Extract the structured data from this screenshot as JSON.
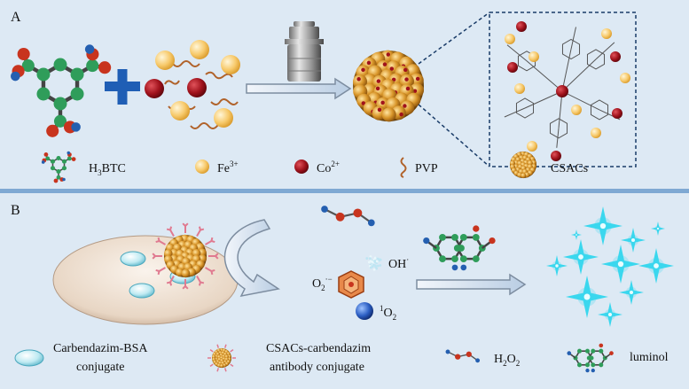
{
  "panel_a": {
    "label": "A",
    "legend": {
      "h3btc_main": "H",
      "h3btc_sub": "3",
      "h3btc_tail": "BTC",
      "fe_main": "Fe",
      "fe_sup": "3+",
      "co_main": "Co",
      "co_sup": "2+",
      "pvp": "PVP",
      "csacs": "CSACs"
    }
  },
  "panel_b": {
    "label": "B",
    "species": {
      "oh_main": "OH",
      "oh_sup": "·",
      "o2_main": "O",
      "o2_sub": "2",
      "o2_sup": "·−",
      "singlet_sup": "1",
      "singlet_main": "O",
      "singlet_sub": "2"
    },
    "legend": {
      "bsa_line1": "Carbendazim-BSA",
      "bsa_line2": "conjugate",
      "ab_line1": "CSACs-carbendazim",
      "ab_line2": "antibody conjugate",
      "h2o2_main": "H",
      "h2o2_sub1": "2",
      "h2o2_mid": "O",
      "h2o2_sub2": "2",
      "luminol": "luminol"
    }
  },
  "colors": {
    "panel_bg": "#dde9f4",
    "divider": "#7fa9d3",
    "cross": "#1f5eb5",
    "fe": "#f7c96a",
    "co": "#a0121c",
    "pvp": "#b0622a",
    "sphere": "#c98a1c",
    "glow": "#3ad7ee",
    "dish": "#eee0d2",
    "node_blue": "#245fb0",
    "node_red": "#c8341e",
    "node_green": "#2f9d5a"
  }
}
